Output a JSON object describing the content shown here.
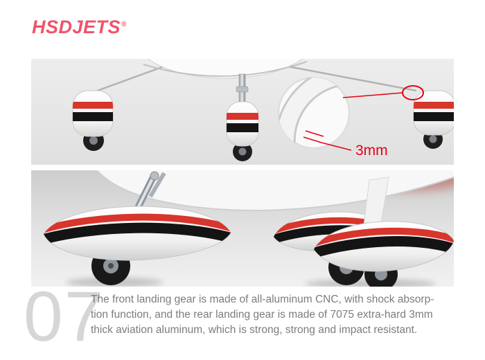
{
  "logo": {
    "text": "HSDJETS",
    "reg": "®"
  },
  "annotation": {
    "measure_label": "3mm"
  },
  "step": {
    "number": "07"
  },
  "description": {
    "lines": [
      "The front landing gear is made of all-aluminum CNC, with shock absorp-",
      "tion function, and the rear landing gear is made of 7075 extra-hard 3mm",
      "thick aviation aluminum, which is strong, strong and impact resistant."
    ]
  },
  "colors": {
    "brand_red": "#f0536a",
    "stripe_red": "#d8352c",
    "stripe_black": "#141414",
    "annotation_red": "#e60012",
    "step_number_gray": "#d6d6d6",
    "body_text_gray": "#7c7c7c"
  }
}
